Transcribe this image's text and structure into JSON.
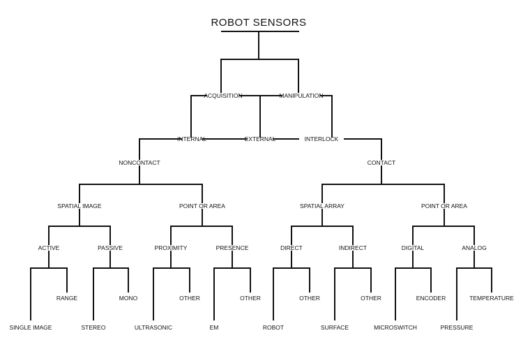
{
  "diagram": {
    "title": "ROBOT SENSORS",
    "nodes": {
      "acquisition": "ACQUISITION",
      "manipulation": "MANIPULATION",
      "internal": "INTERNAL",
      "external": "EXTERNAL",
      "interlock": "INTERLOCK",
      "noncontact": "NONCONTACT",
      "contact": "CONTACT",
      "spatial_image": "SPATIAL IMAGE",
      "point_or_area_noncontact": "POINT OR AREA",
      "spatial_array": "SPATIAL ARRAY",
      "point_or_area_contact": "POINT OR AREA",
      "active": "ACTIVE",
      "passive": "PASSIVE",
      "proximity": "PROXIMITY",
      "presence": "PRESENCE",
      "direct": "DIRECT",
      "indirect": "INDIRECT",
      "digital": "DIGITAL",
      "analog": "ANALOG",
      "single_image": "SINGLE IMAGE",
      "range": "RANGE",
      "stereo": "STEREO",
      "mono": "MONO",
      "ultrasonic": "ULTRASONIC",
      "proximity_other": "OTHER",
      "em": "EM",
      "presence_other": "OTHER",
      "robot": "ROBOT",
      "direct_other": "OTHER",
      "surface": "SURFACE",
      "indirect_other": "OTHER",
      "microswitch": "MICROSWITCH",
      "encoder": "ENCODER",
      "pressure": "PRESSURE",
      "temperature": "TEMPERATURE"
    }
  }
}
